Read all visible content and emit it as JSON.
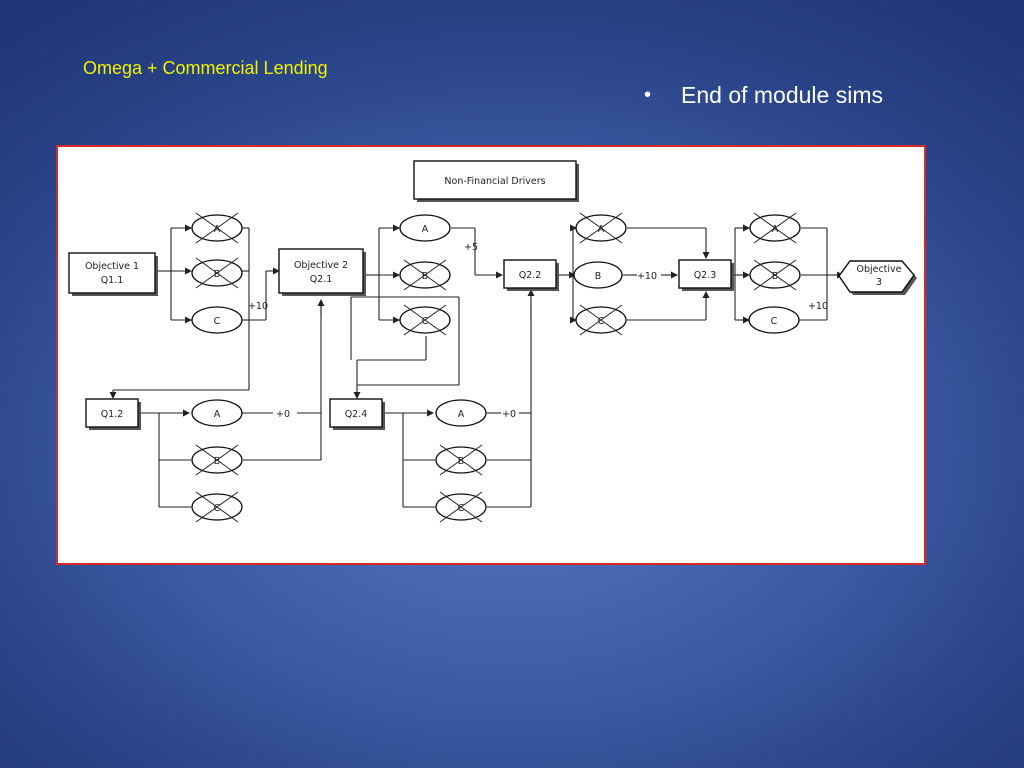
{
  "slide": {
    "title": "Omega + Commercial Lending",
    "bullets": [
      "End of module sims"
    ]
  },
  "diagram": {
    "header_box": "Non-Financial Drivers",
    "objective1": {
      "line1": "Objective 1",
      "line2": "Q1.1"
    },
    "objective2": {
      "line1": "Objective 2",
      "line2": "Q2.1"
    },
    "objective3": {
      "line1": "Objective",
      "line2": "3"
    },
    "q12": "Q1.2",
    "q24": "Q2.4",
    "q22": "Q2.2",
    "q23": "Q2.3",
    "opt_a": "A",
    "opt_b": "B",
    "opt_c": "C",
    "plus10": "+10",
    "plus5": "+5",
    "plus0": "+0"
  }
}
